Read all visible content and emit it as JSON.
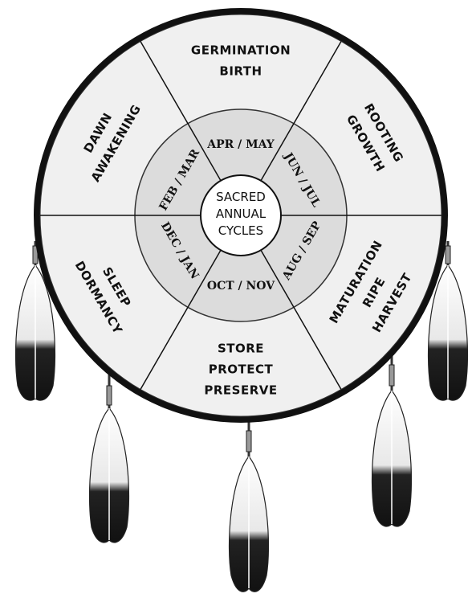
{
  "center": {
    "lines": [
      "SACRED",
      "ANNUAL",
      "CYCLES"
    ]
  },
  "seasons": [
    {
      "months": "APR / MAY",
      "lines": [
        "GERMINATION",
        "BIRTH"
      ]
    },
    {
      "months": "JUN / JUL",
      "lines": [
        "ROOTING",
        "GROWTH"
      ]
    },
    {
      "months": "AUG / SEP",
      "lines": [
        "MATURATION",
        "RIPE",
        "HARVEST"
      ]
    },
    {
      "months": "OCT / NOV",
      "lines": [
        "STORE",
        "PROTECT",
        "PRESERVE"
      ]
    },
    {
      "months": "DEC / JAN",
      "lines": [
        "SLEEP",
        "DORMANCY"
      ]
    },
    {
      "months": "FEB / MAR",
      "lines": [
        "DAWN",
        "AWAKENING"
      ]
    }
  ],
  "colors": {
    "outer_ring": "#f0f0f0",
    "inner_ring": "#dcdcdc",
    "hub": "#ffffff",
    "rim": "#111111",
    "feather_light": "#f4f4f4",
    "feather_dark": "#111111"
  },
  "feathers": 5,
  "feather_icon": "eagle-feather-icon"
}
